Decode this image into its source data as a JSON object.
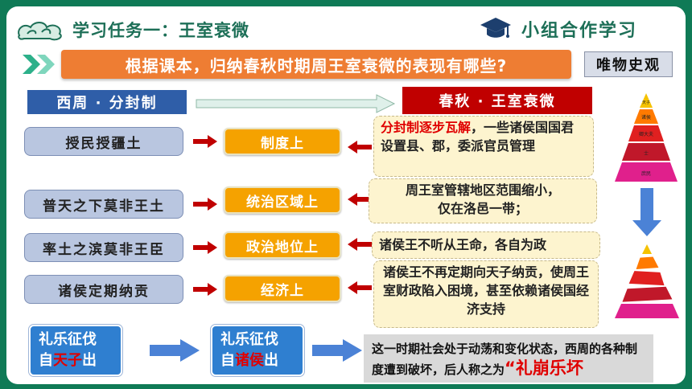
{
  "header": {
    "title": "学习任务一：王室衰微",
    "group_title": "小组合作学习"
  },
  "question": {
    "text": "根据课本，归纳春秋时期周王室衰微的表现有哪些?"
  },
  "tag": {
    "label": "唯物史观"
  },
  "columns": {
    "left_header": "西周 · 分封制",
    "right_header": "春秋 · 王室衰微"
  },
  "rows": [
    {
      "left": "授民授疆土",
      "mid": "制度上",
      "right_highlight": "分封制逐步瓦解",
      "right_rest": "，一些诸侯国国君设置县、郡，委派官员管理"
    },
    {
      "left": "普天之下莫非王土",
      "mid": "统治区域上",
      "right_line1": "周王室管辖地区范围缩小，",
      "right_line2": "仅在洛邑一带；"
    },
    {
      "left": "率土之滨莫非王臣",
      "mid": "政治地位上",
      "right": "诸侯王不听从王命，各自为政"
    },
    {
      "left": "诸侯定期纳贡",
      "mid": "经济上",
      "right": "诸侯王不再定期向天子纳贡，使周王室财政陷入困境，甚至依赖诸侯国经济支持"
    }
  ],
  "bottom": {
    "box1_line1": "礼乐征伐",
    "box1_pre": "自",
    "box1_red": "天子",
    "box1_post": "出",
    "box2_line1": "礼乐征伐",
    "box2_pre": "自",
    "box2_red": "诸侯",
    "box2_post": "出",
    "summary": "这一时期社会处于动荡和变化状态，西周的各种制度遭到破坏，后人称之为",
    "summary_emphasis": "“礼崩乐坏"
  },
  "pyramid_top": {
    "levels": [
      "天子",
      "诸侯",
      "卿大夫",
      "士",
      "庶民"
    ]
  },
  "colors": {
    "frame": "#0f7a56",
    "title_green": "#1d6f57",
    "orange": "#ee7d33",
    "gold": "#f5a200",
    "red": "#c00000",
    "blue": "#2f5ea8"
  }
}
